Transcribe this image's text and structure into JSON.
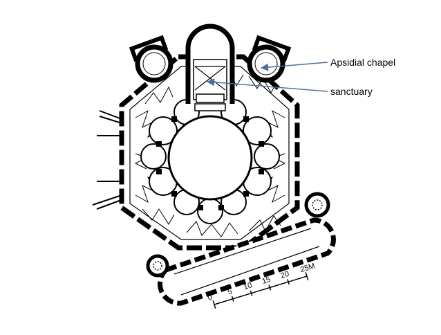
{
  "labels": {
    "apsidial_chapel": "Apsidial chapel",
    "sanctuary": "sanctuary"
  },
  "scale_bar": {
    "ticks": [
      "0",
      "5",
      "10",
      "15",
      "20",
      "25M"
    ]
  },
  "colors": {
    "ink": "#000000",
    "arrow": "#4a6ea9",
    "background": "#ffffff"
  }
}
